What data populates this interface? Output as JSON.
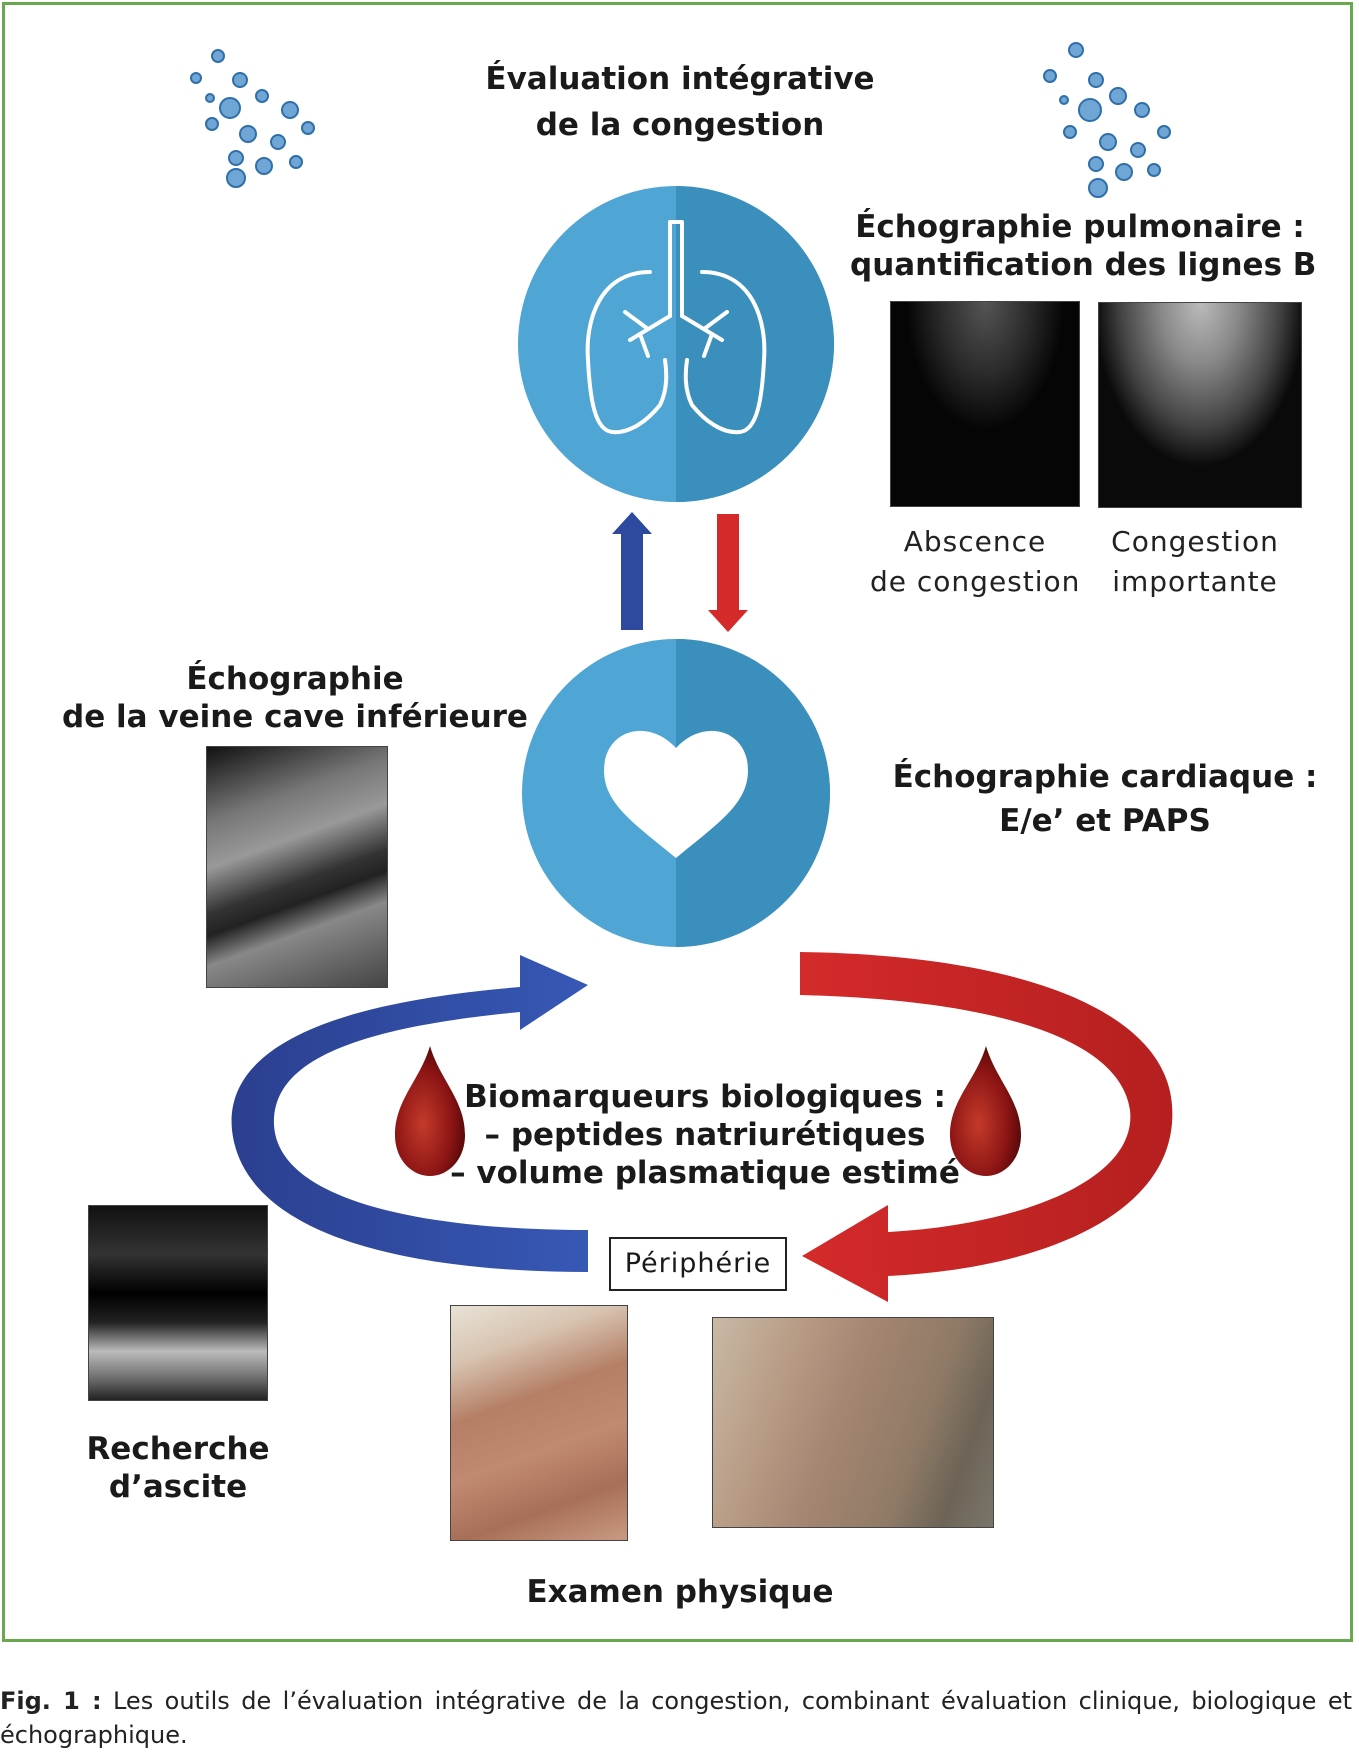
{
  "title": [
    "Évaluation intégrative",
    "de la congestion"
  ],
  "lung_echo": {
    "title": [
      "Échographie pulmonaire :",
      "quantification des lignes B"
    ],
    "left_caption": [
      "Abscence",
      "de congestion"
    ],
    "right_caption": [
      "Congestion",
      "importante"
    ]
  },
  "ivc_echo": {
    "title": [
      "Échographie",
      "de la veine cave inférieure"
    ]
  },
  "cardiac_echo": {
    "title": [
      "Échographie cardiaque :",
      "E/e’ et PAPS"
    ]
  },
  "biomarkers": {
    "lines": [
      "Biomarqueurs biologiques :",
      "– peptides natriurétiques",
      "– volume plasmatique estimé"
    ]
  },
  "periphery_label": "Périphérie",
  "ascites": {
    "title": [
      "Recherche",
      "d’ascite"
    ]
  },
  "physical_exam": "Examen physique",
  "caption": {
    "prefix": "Fig. 1 :",
    "text": " Les outils de l’évaluation intégrative de la congestion, combinant évaluation clinique, biologique et échographique."
  },
  "colors": {
    "circle_light": "#4fa6d4",
    "circle_dark": "#3b8fbd",
    "arrow_blue": "#2e4a9e",
    "arrow_red": "#d42a2a",
    "frame_green": "#6aa84f",
    "drop": "#8b1414"
  },
  "icons": [
    "water-drops-icon",
    "lungs-icon",
    "heart-icon",
    "blood-drop-icon"
  ]
}
